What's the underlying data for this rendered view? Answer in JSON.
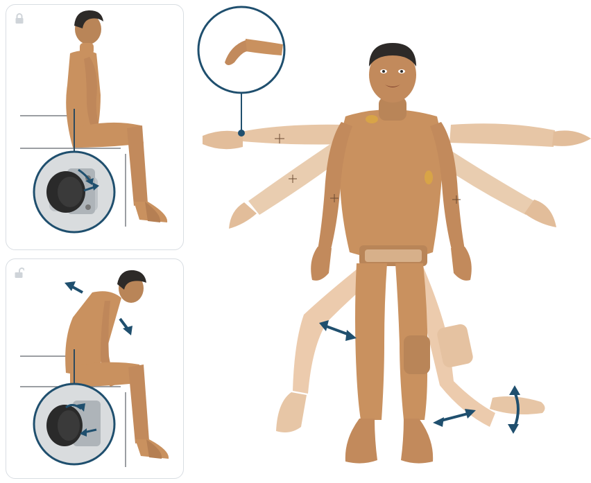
{
  "panels": [
    {
      "state": "locked",
      "icon": "lock-closed-icon"
    },
    {
      "state": "unlocked",
      "icon": "lock-open-icon"
    }
  ],
  "main": {
    "figure": "manikin-range-of-motion",
    "callout_icon": "wrist-rotation-callout",
    "arrow_color": "#1f4f6e",
    "skin_color": "#c9915f",
    "ghost_color": "#e7c6a6"
  }
}
